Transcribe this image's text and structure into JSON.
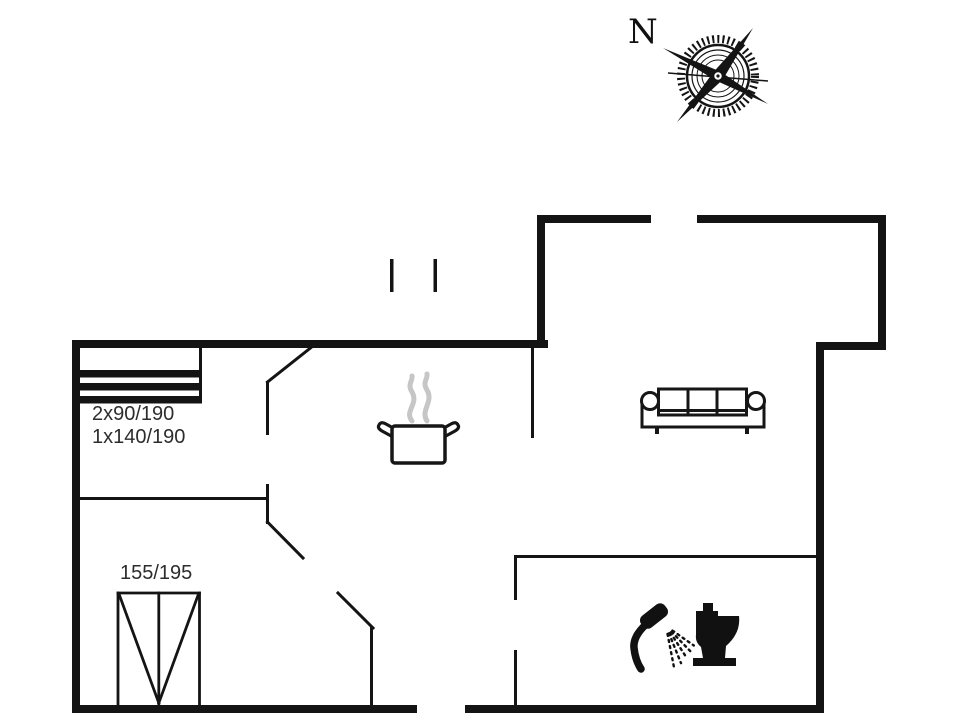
{
  "canvas": {
    "background": "#ffffff"
  },
  "north_indicator": {
    "label": "N"
  },
  "labels": {
    "bedroom_top_left_line1": "2x90/190",
    "bedroom_top_left_line2": "1x140/190",
    "bedroom_bottom_left": "155/195"
  },
  "colors": {
    "wall": "#141414",
    "icon": "#111111",
    "steam": "#c6c6c6",
    "text": "#2d2d2d"
  },
  "icons": {
    "compass": "compass-rose-icon",
    "kitchen": "steaming-pot-icon",
    "living_room": "sofa-icon",
    "bathroom_shower": "shower-icon",
    "bathroom_toilet": "toilet-icon",
    "bedroom_top_left": "bunk-beds-icon",
    "bedroom_bottom_left": "double-bed-icon",
    "top_opening": "window-ticks-icon"
  }
}
